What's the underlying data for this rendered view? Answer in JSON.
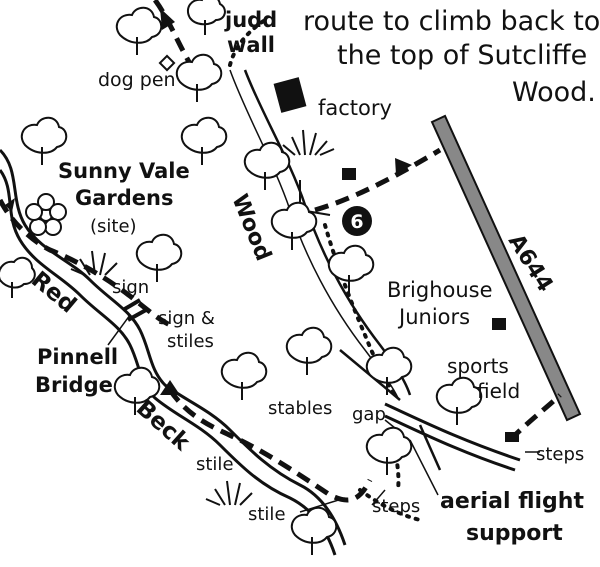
{
  "intro_text": [
    "route to climb back to",
    "the top of Sutcliffe",
    "Wood."
  ],
  "labels": {
    "judd": "judd",
    "wall": "wall",
    "dog_pen": "dog pen",
    "factory": "factory",
    "sunny_vale_1": "Sunny Vale",
    "sunny_vale_2": "Gardens",
    "site": "(site)",
    "wood": "Wood",
    "waypoint": "6",
    "a644": "A644",
    "brighouse_juniors_1": "Brighouse",
    "brighouse_juniors_2": "Juniors",
    "sports_1": "sports",
    "sports_2": "field",
    "sign": "sign",
    "sign_stiles_1": "sign &",
    "sign_stiles_2": "stiles",
    "pinnell_1": "Pinnell",
    "pinnell_2": "Bridge",
    "red": "Red",
    "beck": "Beck",
    "stables": "stables",
    "gap": "gap",
    "steps_right": "steps",
    "stile_mid": "stile",
    "stile_low": "stile",
    "steps_low": "steps",
    "aerial_1": "aerial flight",
    "aerial_2": "support"
  },
  "icons": [
    "tree-icon",
    "shrub-icon",
    "flower-icon",
    "building-icon",
    "direction-arrow-icon"
  ],
  "colors": {
    "ink": "#111111",
    "paper": "#ffffff",
    "road": "#777777"
  }
}
